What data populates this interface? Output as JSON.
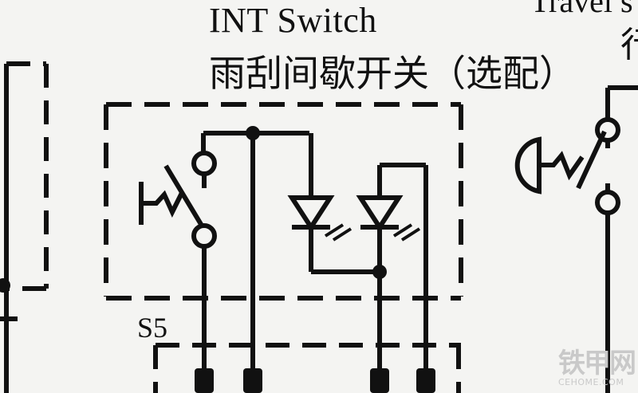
{
  "labels": {
    "switch_title_en": "INT Switch",
    "switch_title_cn": "雨刮间歇开关（选配）",
    "right_title_en": "Travel s",
    "right_title_cn": "行",
    "component_ref": "S5"
  },
  "watermark": {
    "main": "铁甲网",
    "sub": "CEHOME.COM"
  },
  "colors": {
    "line": "#111111",
    "background": "#f4f4f2",
    "watermark": "#c9c9c9"
  }
}
